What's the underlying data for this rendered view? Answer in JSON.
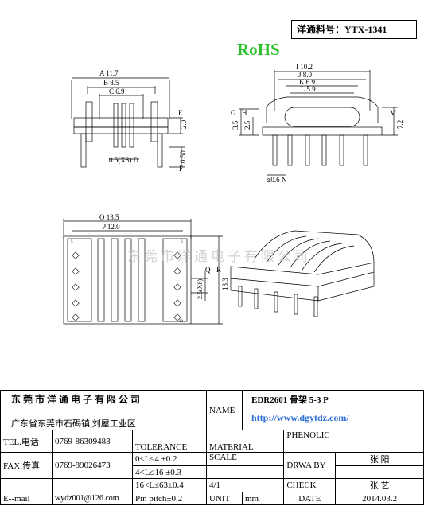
{
  "header": {
    "part_number": "洋通料号：YTX-1341",
    "rohs": "RoHS"
  },
  "watermark": "东莞市洋通电子有限公司",
  "dims": {
    "A": "A 11.7",
    "B": "B 8.5",
    "C": "C 6.9",
    "E": "E",
    "E_val": "2.0",
    "F": "F",
    "F_val": "0.50",
    "D": "0.5(X3) D",
    "I": "I 10.2",
    "J": "J 8.0",
    "K": "K 6.9",
    "L": "L 5.9",
    "G": "G",
    "G_val": "3.5",
    "H": "H",
    "H_val": "2.5",
    "M": "M",
    "M_val": "7.2",
    "N": "⌀0.6 N",
    "O": "O 13.5",
    "P": "P 12.0",
    "Q": "Q",
    "Q_val": "2.5(X8)",
    "R": "R",
    "R_val": "13.3",
    "pin_top_left": "5",
    "pin_top_right": "6",
    "pin_bot_left": "1",
    "pin_bot_right": "10"
  },
  "title_block": {
    "company": "东 莞 市 洋 通 电 子 有 限 公 司",
    "address": "广东省东莞市石碣镇,刘屋工业区",
    "name_label": "NAME",
    "product": "EDR2601 骨架  5-3 P",
    "url": "http://www.dgytdz.com/",
    "tel_label": "TEL.电话",
    "tel": "0769-86309483",
    "tolerance_label": "TOLERANCE",
    "material_label": "MATERIAL",
    "material": "PHENOLIC",
    "fax_label": "FAX.传真",
    "fax": "0769-89026473",
    "tol1": "0<L≤4   ±0.2",
    "tol2": "4<L≤16  ±0.3",
    "tol3": "16<L≤63±0.4",
    "tol4": "Pin pitch±0.2",
    "scale_label": "SCALE",
    "scale": "4/1",
    "drawby_label": "DRWA BY",
    "drawby": "张 阳",
    "check_label": "CHECK",
    "check": "张 艺",
    "email_label": "E--mail",
    "email": "wydz001@126.com",
    "unit_label": "UNIT",
    "unit": "mm",
    "date_label": "DATE",
    "date": "2014.03.2"
  }
}
